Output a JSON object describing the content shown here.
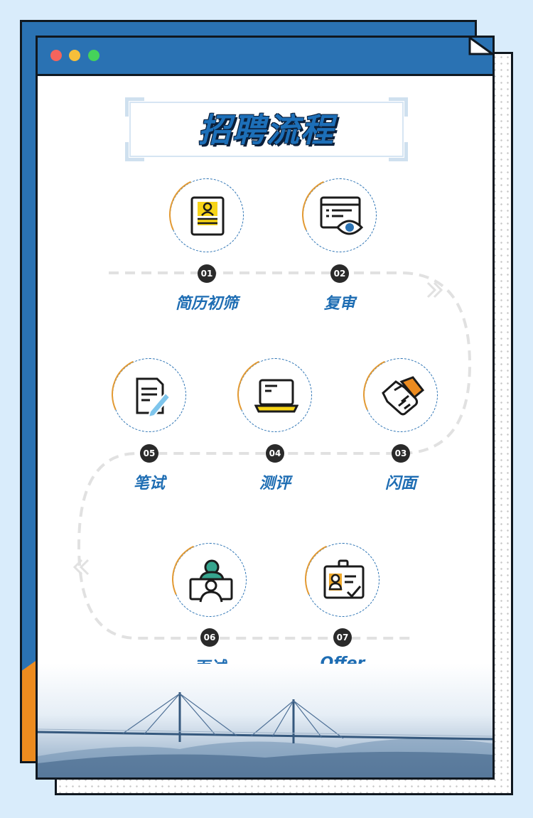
{
  "title": "招聘流程",
  "colors": {
    "blue": "#2a72b3",
    "orange": "#ec8b1f",
    "dark": "#101820",
    "label": "#1e6db3"
  },
  "steps": [
    {
      "num": "01",
      "label": "简历初筛",
      "icon": "resume-icon"
    },
    {
      "num": "02",
      "label": "复审",
      "icon": "screen-review-icon"
    },
    {
      "num": "03",
      "label": "闪面",
      "icon": "handshake-icon"
    },
    {
      "num": "04",
      "label": "测评",
      "icon": "laptop-icon"
    },
    {
      "num": "05",
      "label": "笔试",
      "icon": "document-pen-icon"
    },
    {
      "num": "06",
      "label": "面试",
      "icon": "video-interview-icon"
    },
    {
      "num": "07",
      "label": "Offer",
      "icon": "id-card-check-icon"
    }
  ]
}
